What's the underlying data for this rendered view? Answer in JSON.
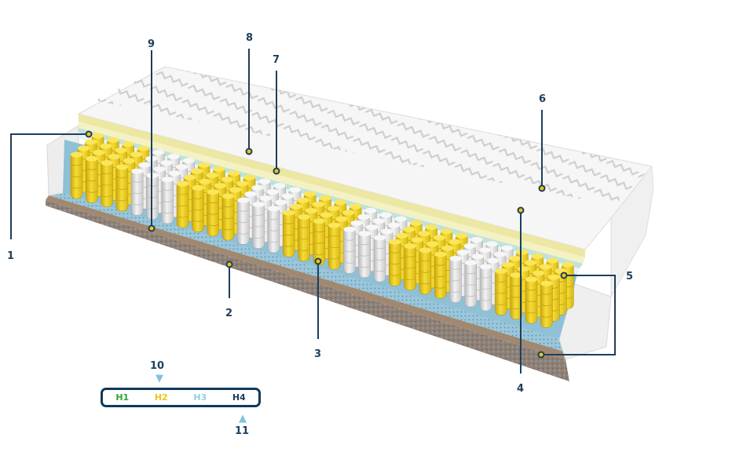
{
  "callouts": [
    {
      "id": "callout-1",
      "label": "1"
    },
    {
      "id": "callout-2",
      "label": "2"
    },
    {
      "id": "callout-3",
      "label": "3"
    },
    {
      "id": "callout-4",
      "label": "4"
    },
    {
      "id": "callout-5",
      "label": "5"
    },
    {
      "id": "callout-6",
      "label": "6"
    },
    {
      "id": "callout-7",
      "label": "7"
    },
    {
      "id": "callout-8",
      "label": "8"
    },
    {
      "id": "callout-9",
      "label": "9"
    }
  ],
  "hardness_scale": {
    "marker_top": "10",
    "marker_bottom": "11",
    "levels": [
      {
        "label": "H1",
        "color": "#2fa52f"
      },
      {
        "label": "H2",
        "color": "#e8c51e"
      },
      {
        "label": "H3",
        "color": "#8fd0de"
      },
      {
        "label": "H4",
        "color": "#1d3f5c"
      }
    ]
  },
  "colors": {
    "callout_line": "#1d3f5c",
    "dot_fill": "#f2c419",
    "spring_yellow": "#f0cf2a",
    "spring_white": "#e4e4e4",
    "quilt": "#f5f5f5",
    "base_felt": "#a08970"
  }
}
